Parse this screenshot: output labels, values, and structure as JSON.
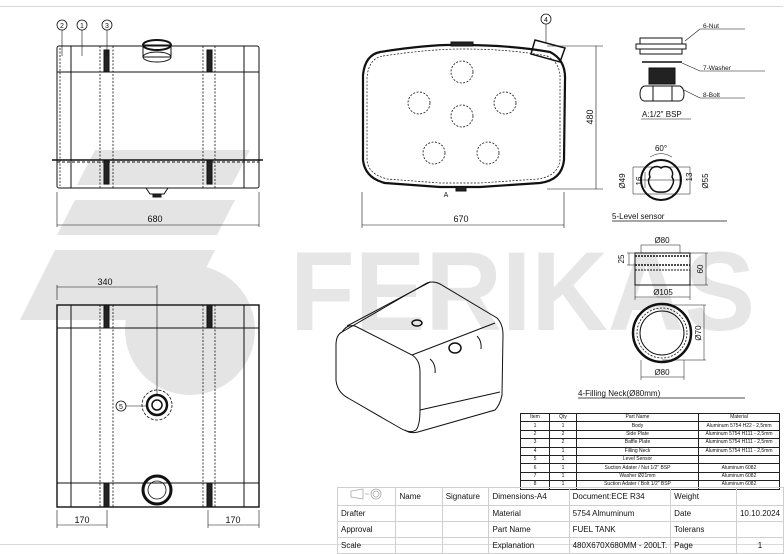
{
  "watermark": {
    "brand": "FERIKAS",
    "color": "#e6e6e6"
  },
  "views": {
    "front": {
      "balloons": [
        "2",
        "1",
        "3"
      ],
      "width_dim": "680"
    },
    "side": {
      "balloon": "4",
      "width_dim": "670",
      "height_dim": "480",
      "section_mark": "A"
    },
    "top": {
      "balloon": "5",
      "center_dim": "340",
      "left_dim": "170",
      "right_dim": "170"
    }
  },
  "details": {
    "suction": {
      "labels": [
        "6-Nut",
        "7-Washer",
        "8-Bolt"
      ],
      "caption": "A:1/2\" BSP"
    },
    "level_sensor": {
      "angle": "60°",
      "dims": [
        "Ø49",
        "16",
        "13",
        "Ø55"
      ],
      "caption": "5-Level sensor"
    },
    "filling_neck": {
      "dims_top": "Ø80",
      "dim_25": "25",
      "dim_60": "60",
      "dim_105": "Ø105",
      "dim_70": "Ø70",
      "dim_bottom": "Ø80",
      "caption": "4-Filling Neck(Ø80mm)"
    }
  },
  "bom": {
    "headers": [
      "Item",
      "Qty",
      "Part Name",
      "Material"
    ],
    "rows": [
      {
        "item": "1",
        "qty": "1",
        "name": "Body",
        "material": "Aluminum 5754 H22 - 2,5mm"
      },
      {
        "item": "2",
        "qty": "2",
        "name": "Side Plate",
        "material": "Aluminum 5754 H111 - 2,5mm"
      },
      {
        "item": "3",
        "qty": "2",
        "name": "Baffle Plate",
        "material": "Aluminum 5754 H111 - 2,5mm"
      },
      {
        "item": "4",
        "qty": "1",
        "name": "Filling Neck",
        "material": "Aluminum 5754 H111 - 2,5mm"
      },
      {
        "item": "5",
        "qty": "1",
        "name": "Level Sensor",
        "material": ""
      },
      {
        "item": "6",
        "qty": "1",
        "name": "Suction Adater / Nut 1/2\" BSP",
        "material": "Aluminum 6082"
      },
      {
        "item": "7",
        "qty": "1",
        "name": "Washer Ø21mm",
        "material": "Aluminum 6082"
      },
      {
        "item": "8",
        "qty": "1",
        "name": "Suction Adater / Bolt 1/2\" BSP",
        "material": "Aluminum 6082"
      }
    ]
  },
  "title_block": {
    "header": {
      "name": "Name",
      "signature": "Signature",
      "dimensions": "Dimensions-A4",
      "document": "Document:ECE R34",
      "weight": "Weight",
      "weight_value": ""
    },
    "rows": [
      {
        "label": "Drafter",
        "field": "Material",
        "value": "5754 Almuminum",
        "k": "Date",
        "v": "10.10.2024"
      },
      {
        "label": "Approval",
        "field": "Part Name",
        "value": "FUEL TANK",
        "k": "Tolerans",
        "v": ""
      },
      {
        "label": "Scale",
        "field": "Explanation",
        "value": "480X670X680MM - 200LT.",
        "k": "Page",
        "v": "1"
      }
    ]
  }
}
